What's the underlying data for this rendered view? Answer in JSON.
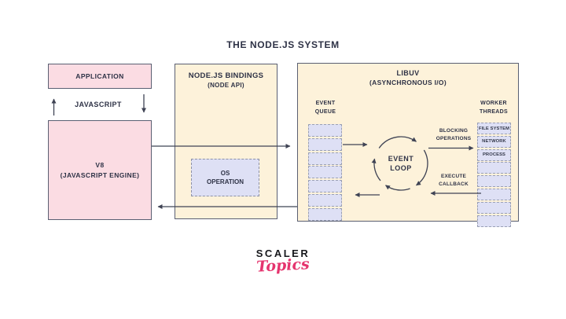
{
  "title": "THE NODE.JS SYSTEM",
  "colors": {
    "pink_fill": "#fbdce3",
    "cream_fill": "#fdf2da",
    "lavender_fill": "#dee0f5",
    "box_border": "#5a5f72",
    "dashed_border": "#8d92a6",
    "text": "#2e3246",
    "arrow": "#3f4354",
    "logo_pink": "#e5346e"
  },
  "left_column": {
    "application_label": "APPLICATION",
    "javascript_label": "JAVASCRIPT",
    "v8_line1": "V8",
    "v8_line2": "(JAVASCRIPT ENGINE)"
  },
  "bindings": {
    "line1": "NODE.JS BINDINGS",
    "line2": "(NODE API)",
    "os_operation_line1": "OS",
    "os_operation_line2": "OPERATION"
  },
  "libuv": {
    "line1": "LIBUV",
    "line2": "(ASYNCHRONOUS I/O)",
    "event_queue_line1": "EVENT",
    "event_queue_line2": "QUEUE",
    "worker_threads_line1": "WORKER",
    "worker_threads_line2": "THREADS",
    "queue_slots": 7,
    "worker_slots": [
      "FILE SYSTEM",
      "NETWORK",
      "PROCESS",
      "",
      "",
      "",
      "",
      ""
    ],
    "event_loop_line1": "EVENT",
    "event_loop_line2": "LOOP",
    "blocking_line1": "BLOCKING",
    "blocking_line2": "OPERATIONS",
    "execute_line1": "EXECUTE",
    "execute_line2": "CALLBACK"
  },
  "logo": {
    "scaler": "SCALER",
    "topics": "Topics"
  }
}
